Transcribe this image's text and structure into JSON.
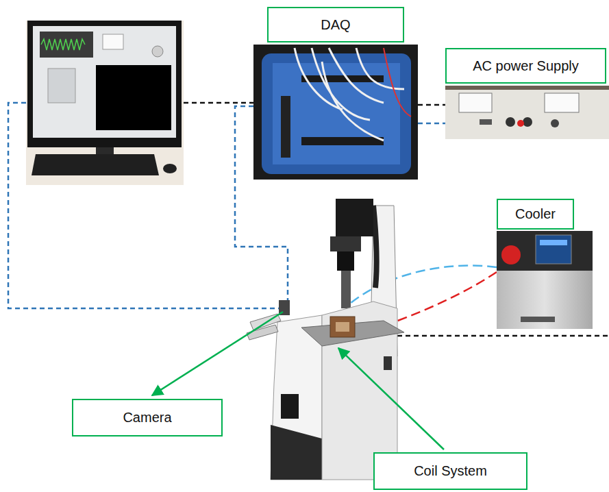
{
  "diagram": {
    "nodes": [
      {
        "text": [
          "DAQ"
        ]
      },
      {
        "text": [
          "AC power Supply"
        ]
      },
      {
        "text": [
          "Cooler"
        ]
      },
      {
        "text": [
          "Camera"
        ]
      },
      {
        "text": [
          "Coil System"
        ]
      }
    ]
  }
}
